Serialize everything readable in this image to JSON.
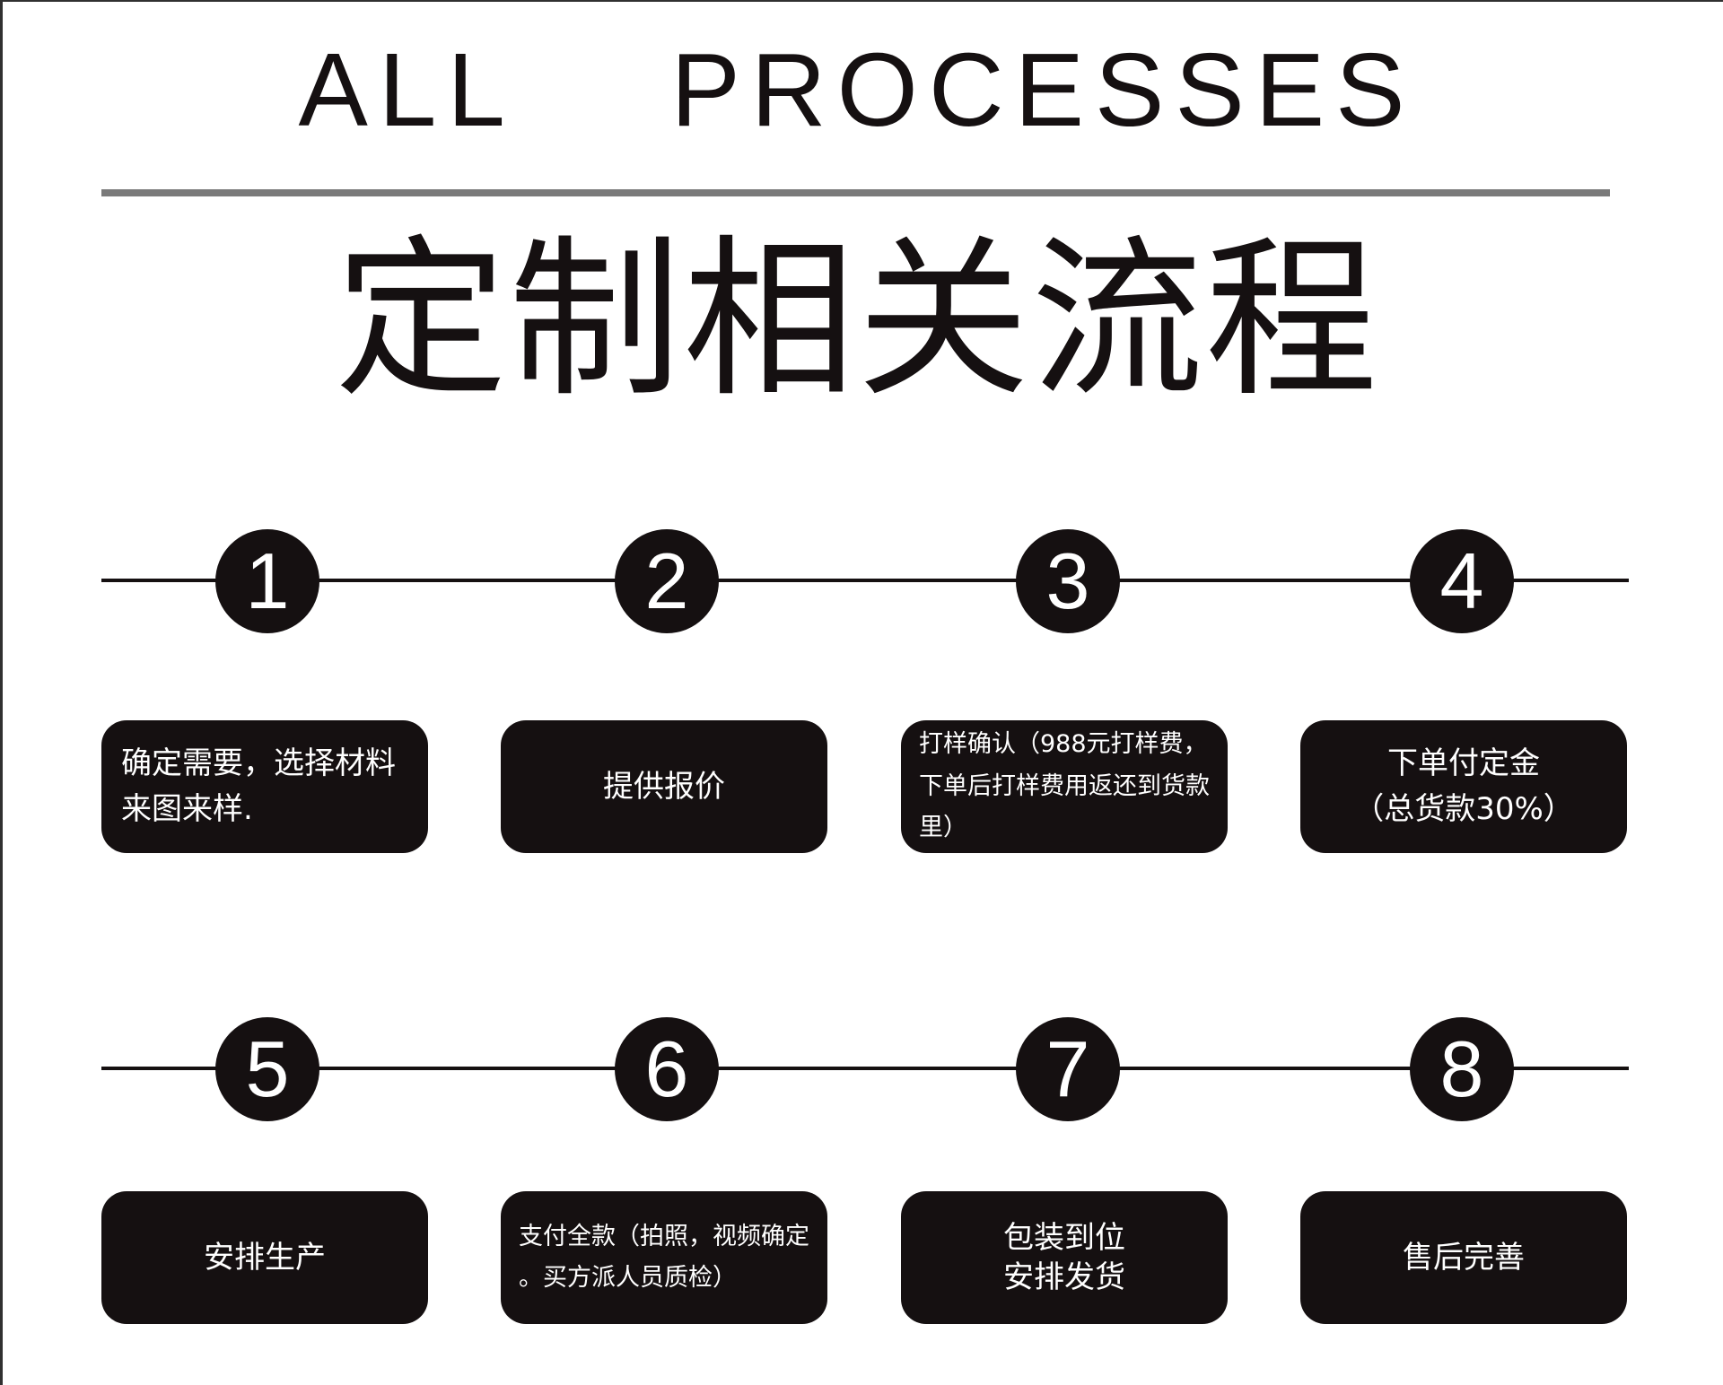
{
  "header": {
    "en_title": "ALL    PROCESSES",
    "cn_title": "定制相关流程"
  },
  "colors": {
    "ink": "#151011",
    "rule": "#7a7a7a",
    "background": "#ffffff"
  },
  "steps": [
    {
      "number": "1",
      "lines": [
        "确定需要，选择材料",
        "来图来样."
      ]
    },
    {
      "number": "2",
      "lines": [
        "提供报价"
      ]
    },
    {
      "number": "3",
      "lines": [
        "打样确认（988元打样费，",
        "下单后打样费用返还到货款",
        "里）"
      ]
    },
    {
      "number": "4",
      "lines": [
        "下单付定金",
        "（总货款30%）"
      ]
    },
    {
      "number": "5",
      "lines": [
        "安排生产"
      ]
    },
    {
      "number": "6",
      "lines": [
        "支付全款（拍照，视频确定",
        "。买方派人员质检）"
      ]
    },
    {
      "number": "7",
      "lines": [
        "包装到位",
        "安排发货"
      ]
    },
    {
      "number": "8",
      "lines": [
        "售后完善"
      ]
    }
  ]
}
